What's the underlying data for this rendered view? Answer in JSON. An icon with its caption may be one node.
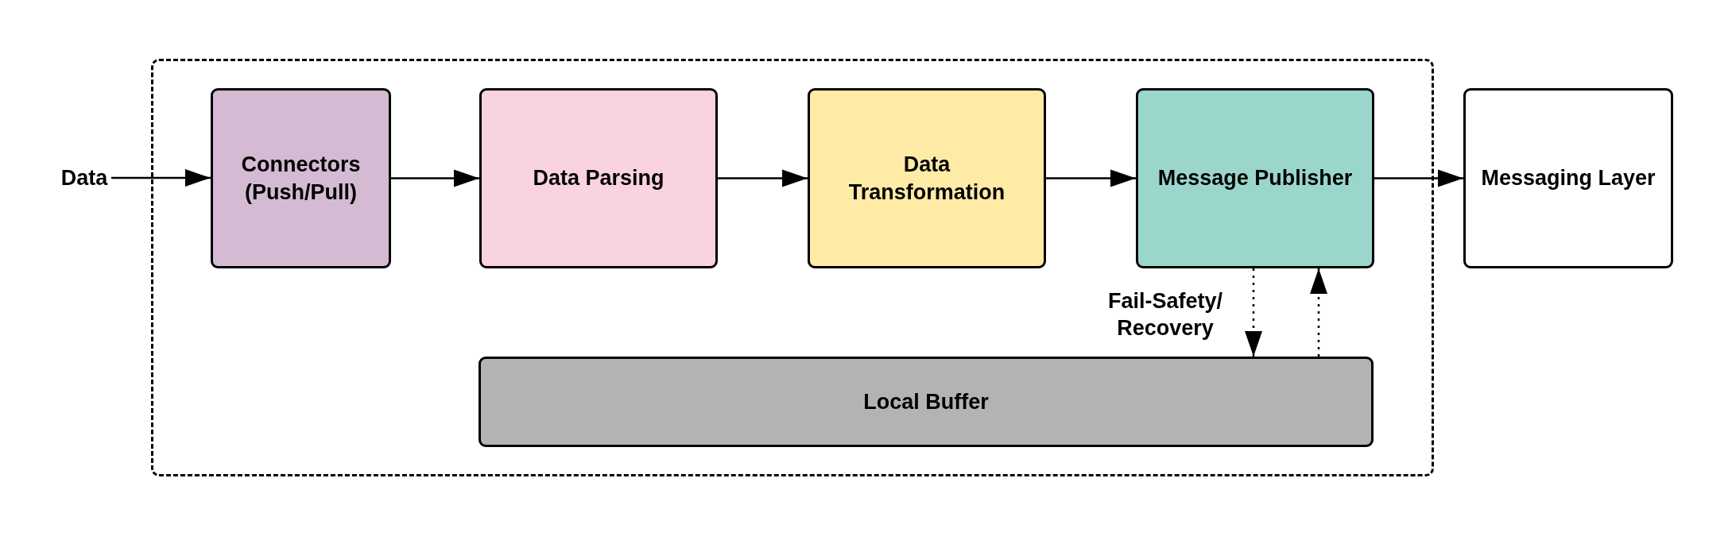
{
  "diagram": {
    "nodes": [
      {
        "text": [],
        "shape": "box"
      },
      {
        "text": [
          "Data"
        ]
      },
      {
        "text": [
          "Connectors (Push/Pull)"
        ],
        "in": 0
      },
      {
        "text": [
          "Data Parsing"
        ],
        "in": 0
      },
      {
        "text": [
          "Data Transformation"
        ],
        "in": 0
      },
      {
        "text": [
          "Message Publisher"
        ],
        "in": 0
      },
      {
        "text": [
          "Messaging Layer"
        ]
      },
      {
        "text": [
          "Local Buffer"
        ],
        "in": 0
      }
    ],
    "edges": [
      {
        "from": 1,
        "to": 2,
        "arrow": "to"
      },
      {
        "from": 2,
        "to": 3,
        "arrow": "to"
      },
      {
        "from": 3,
        "to": 4,
        "arrow": "to"
      },
      {
        "from": 4,
        "to": 5,
        "arrow": "to"
      },
      {
        "from": 5,
        "to": 6,
        "arrow": "to"
      },
      {
        "from": 5,
        "to": 7,
        "arrow": "to",
        "style": "dashed",
        "label": "Fail-Safety/ Recovery"
      },
      {
        "from": 7,
        "to": 5,
        "arrow": "to",
        "style": "dashed"
      }
    ]
  }
}
